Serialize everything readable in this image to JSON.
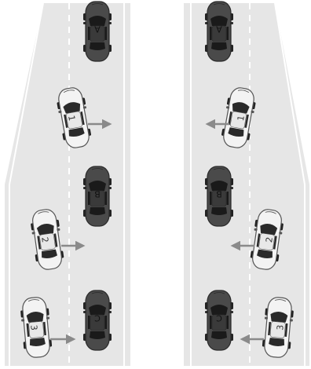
{
  "panels": [
    {
      "parked_cars": [
        {
          "label": "A"
        },
        {
          "label": "B"
        },
        {
          "label": "C"
        }
      ],
      "moving_cars": [
        {
          "label": "1",
          "arrow": "right"
        },
        {
          "label": "2",
          "arrow": "right"
        },
        {
          "label": "3",
          "arrow": "right"
        }
      ]
    },
    {
      "parked_cars": [
        {
          "label": "A"
        },
        {
          "label": "B"
        },
        {
          "label": "C"
        }
      ],
      "moving_cars": [
        {
          "label": "1",
          "arrow": "left"
        },
        {
          "label": "2",
          "arrow": "left"
        },
        {
          "label": "3",
          "arrow": "left"
        }
      ]
    }
  ],
  "colors": {
    "road": "#e6e6e6",
    "dark_car": "#4a4a4a",
    "light_car": "#f3f3f3",
    "arrow": "#8a8a8a",
    "lane_marking": "#ffffff"
  }
}
